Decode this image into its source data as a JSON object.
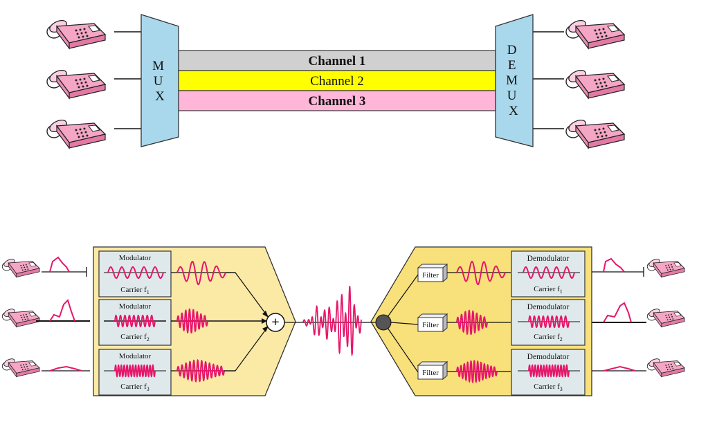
{
  "colors": {
    "mux_fill": "#a9d8ec",
    "channel_1": "#d0d0d0",
    "channel_2": "#ffff00",
    "channel_3": "#ffb6d9",
    "panel_fill": "#fbe9a6",
    "box_fill": "#dfe9ec",
    "signal": "#e6166a",
    "phone": "#f4a6c4",
    "hub": "#555555"
  },
  "top": {
    "mux_label": "M U X",
    "demux_label": "D E M U X",
    "channels": [
      {
        "label": "Channel 1",
        "bold": true
      },
      {
        "label": "Channel 2",
        "bold": false
      },
      {
        "label": "Channel 3",
        "bold": true
      }
    ]
  },
  "bottom": {
    "modulators": [
      {
        "title": "Modulator",
        "carrier": "Carrier f",
        "sub": "1"
      },
      {
        "title": "Modulator",
        "carrier": "Carrier f",
        "sub": "2"
      },
      {
        "title": "Modulator",
        "carrier": "Carrier f",
        "sub": "3"
      }
    ],
    "demodulators": [
      {
        "title": "Demodulator",
        "carrier": "Carrier f",
        "sub": "1"
      },
      {
        "title": "Demodulator",
        "carrier": "Carrier f",
        "sub": "2"
      },
      {
        "title": "Demodulator",
        "carrier": "Carrier f",
        "sub": "3"
      }
    ],
    "filter_label": "Filter",
    "adder_symbol": "+"
  },
  "icons": {
    "phone": "telephone-icon",
    "adder": "plus-circle-icon"
  }
}
